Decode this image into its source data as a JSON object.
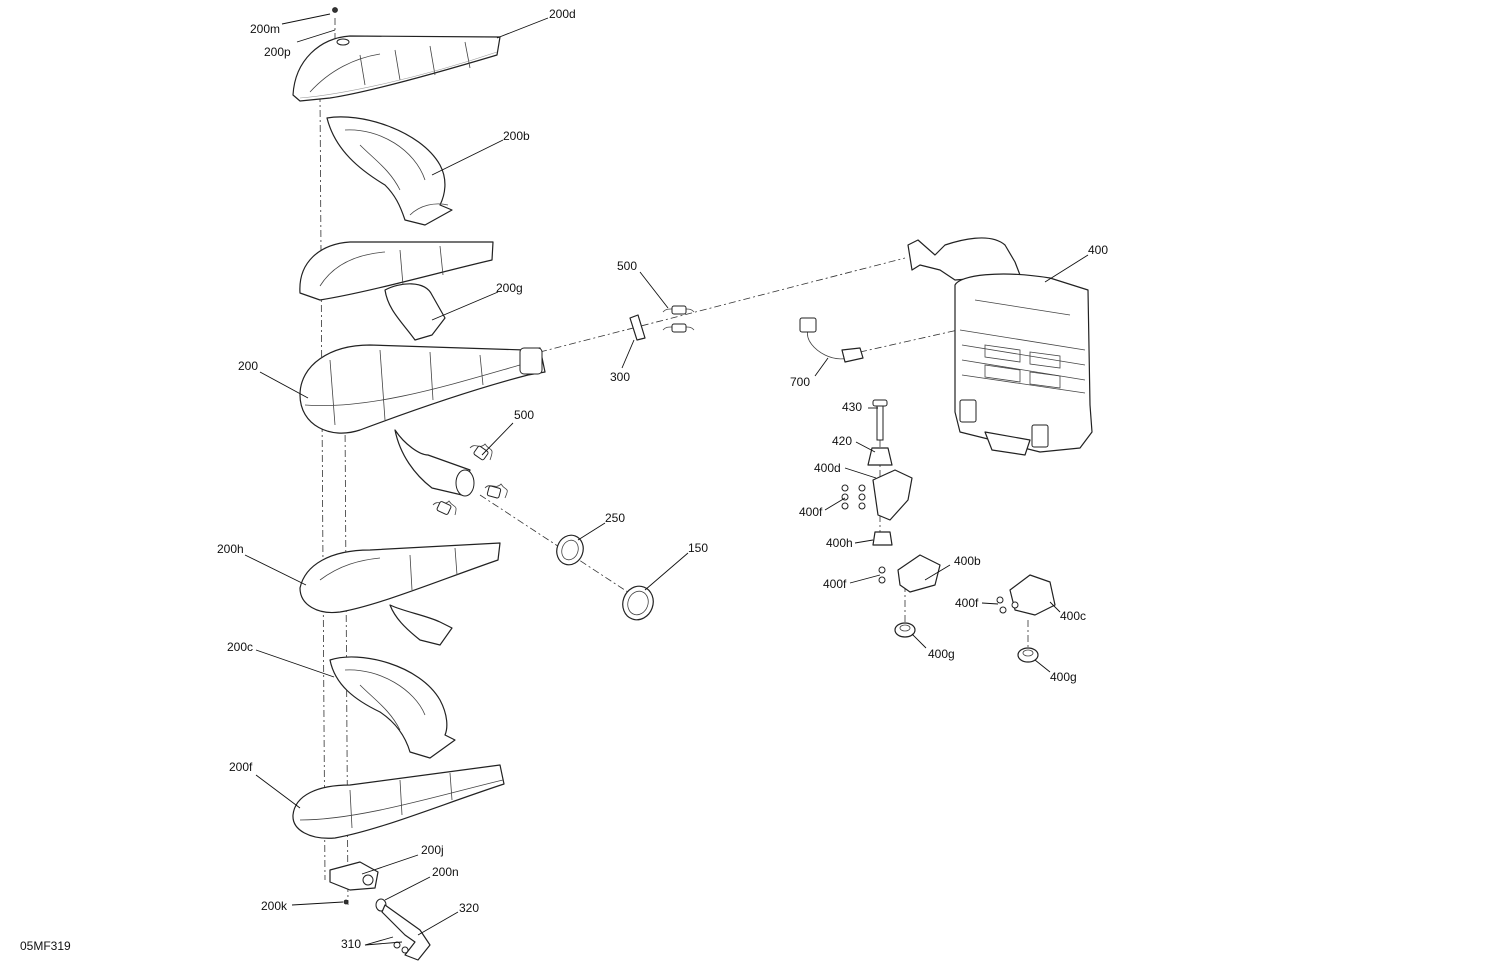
{
  "drawing_code": "05MF319",
  "callouts": {
    "c200m": "200m",
    "c200p": "200p",
    "c200d": "200d",
    "c200b": "200b",
    "c200g": "200g",
    "c200": "200",
    "c500a": "500",
    "c300": "300",
    "c500b": "500",
    "c250": "250",
    "c150": "150",
    "c200h": "200h",
    "c200c": "200c",
    "c200f": "200f",
    "c200j": "200j",
    "c200n": "200n",
    "c200k": "200k",
    "c320": "320",
    "c310": "310",
    "c400": "400",
    "c700": "700",
    "c430": "430",
    "c420": "420",
    "c400d": "400d",
    "c400f_a": "400f",
    "c400h": "400h",
    "c400b": "400b",
    "c400f_b": "400f",
    "c400f_c": "400f",
    "c400c": "400c",
    "c400g_a": "400g",
    "c400g_b": "400g"
  }
}
